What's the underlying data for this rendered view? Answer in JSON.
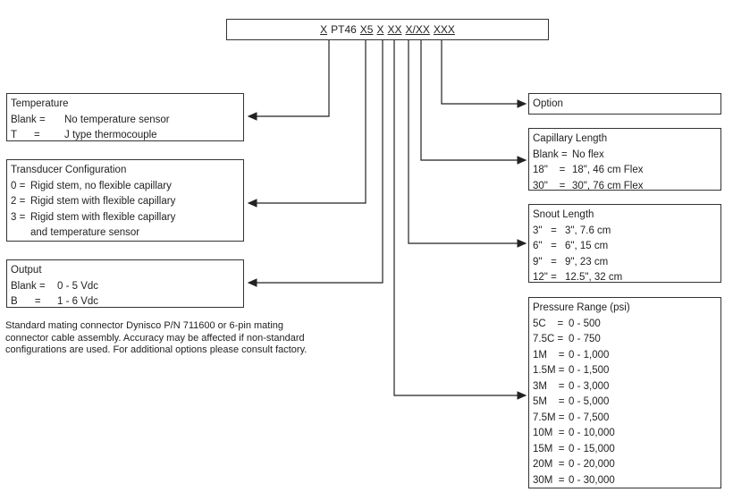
{
  "model_code": [
    "X",
    "PT46",
    "X5",
    "X",
    "XX",
    "X/XX",
    "XXX"
  ],
  "temperature": {
    "title": "Temperature",
    "rows": [
      {
        "k": "Blank =",
        "v": "No temperature sensor"
      },
      {
        "k": "T      =",
        "v": "J type thermocouple"
      }
    ]
  },
  "transducer": {
    "title": "Transducer Configuration",
    "rows": [
      {
        "k": "0 =",
        "v": "Rigid stem, no flexible capillary"
      },
      {
        "k": "2 =",
        "v": "Rigid stem with flexible capillary"
      },
      {
        "k": "3 =",
        "v": "Rigid stem with flexible capillary"
      },
      {
        "k": "",
        "v": "and temperature sensor"
      }
    ]
  },
  "output": {
    "title": "Output",
    "rows": [
      {
        "k": "Blank =",
        "v": "0 - 5 Vdc"
      },
      {
        "k": "B      =",
        "v": "1 - 6 Vdc"
      }
    ]
  },
  "note": "Standard mating connector Dynisco P/N 711600 or 6-pin mating connector cable assembly. Accuracy may be affected if non-standard configurations are used. For additional options please consult factory.",
  "option": {
    "title": "Option"
  },
  "capillary": {
    "title": "Capillary Length",
    "rows": [
      {
        "k": "Blank =",
        "v": "No flex"
      },
      {
        "k": "18\"    =",
        "v": "18\", 46 cm Flex"
      },
      {
        "k": "30\"    =",
        "v": "30\", 76 cm Flex"
      }
    ]
  },
  "snout": {
    "title": "Snout Length",
    "rows": [
      {
        "k": "3\"   =",
        "v": "3\", 7.6 cm"
      },
      {
        "k": "6\"   =",
        "v": "6\", 15 cm"
      },
      {
        "k": "9\"   =",
        "v": "9\", 23 cm"
      },
      {
        "k": "12\" =",
        "v": "12.5\", 32 cm"
      }
    ]
  },
  "pressure": {
    "title": "Pressure Range (psi)",
    "rows": [
      {
        "k": "5C    =",
        "v": "0 - 500"
      },
      {
        "k": "7.5C =",
        "v": "0 - 750"
      },
      {
        "k": "1M    =",
        "v": "0 - 1,000"
      },
      {
        "k": "1.5M =",
        "v": "0 - 1,500"
      },
      {
        "k": "3M    =",
        "v": "0 - 3,000"
      },
      {
        "k": "5M    =",
        "v": "0 - 5,000"
      },
      {
        "k": "7.5M =",
        "v": "0 - 7,500"
      },
      {
        "k": "10M  =",
        "v": "0 - 10,000"
      },
      {
        "k": "15M  =",
        "v": "0 - 15,000"
      },
      {
        "k": "20M  =",
        "v": "0 - 20,000"
      },
      {
        "k": "30M  =",
        "v": "0 - 30,000"
      }
    ]
  }
}
